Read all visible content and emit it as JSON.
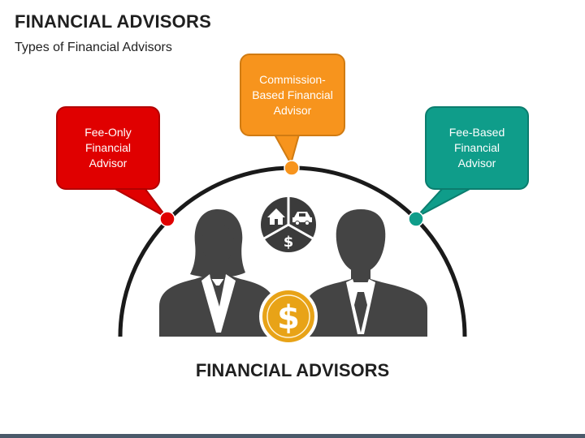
{
  "slide": {
    "title": "FINANCIAL ADVISORS",
    "subtitle": "Types of Financial Advisors",
    "footer_title": "FINANCIAL ADVISORS"
  },
  "advisor_types": [
    {
      "label": "Fee-Only\nFinancial\nAdvisor",
      "color": "#e00000"
    },
    {
      "label": "Commission-\nBased Financial\nAdvisor",
      "color": "#f7941d"
    },
    {
      "label": "Fee-Based\nFinancial\nAdvisor",
      "color": "#0f9d8a"
    }
  ],
  "icons": {
    "center": [
      "house-icon",
      "car-icon",
      "dollar-icon"
    ],
    "coin": "dollar-coin-icon",
    "people": [
      "businesswoman-icon",
      "businessman-icon"
    ]
  },
  "colors": {
    "arc": "#1a1a1a",
    "people": "#444444",
    "coin": "#e8a317"
  }
}
